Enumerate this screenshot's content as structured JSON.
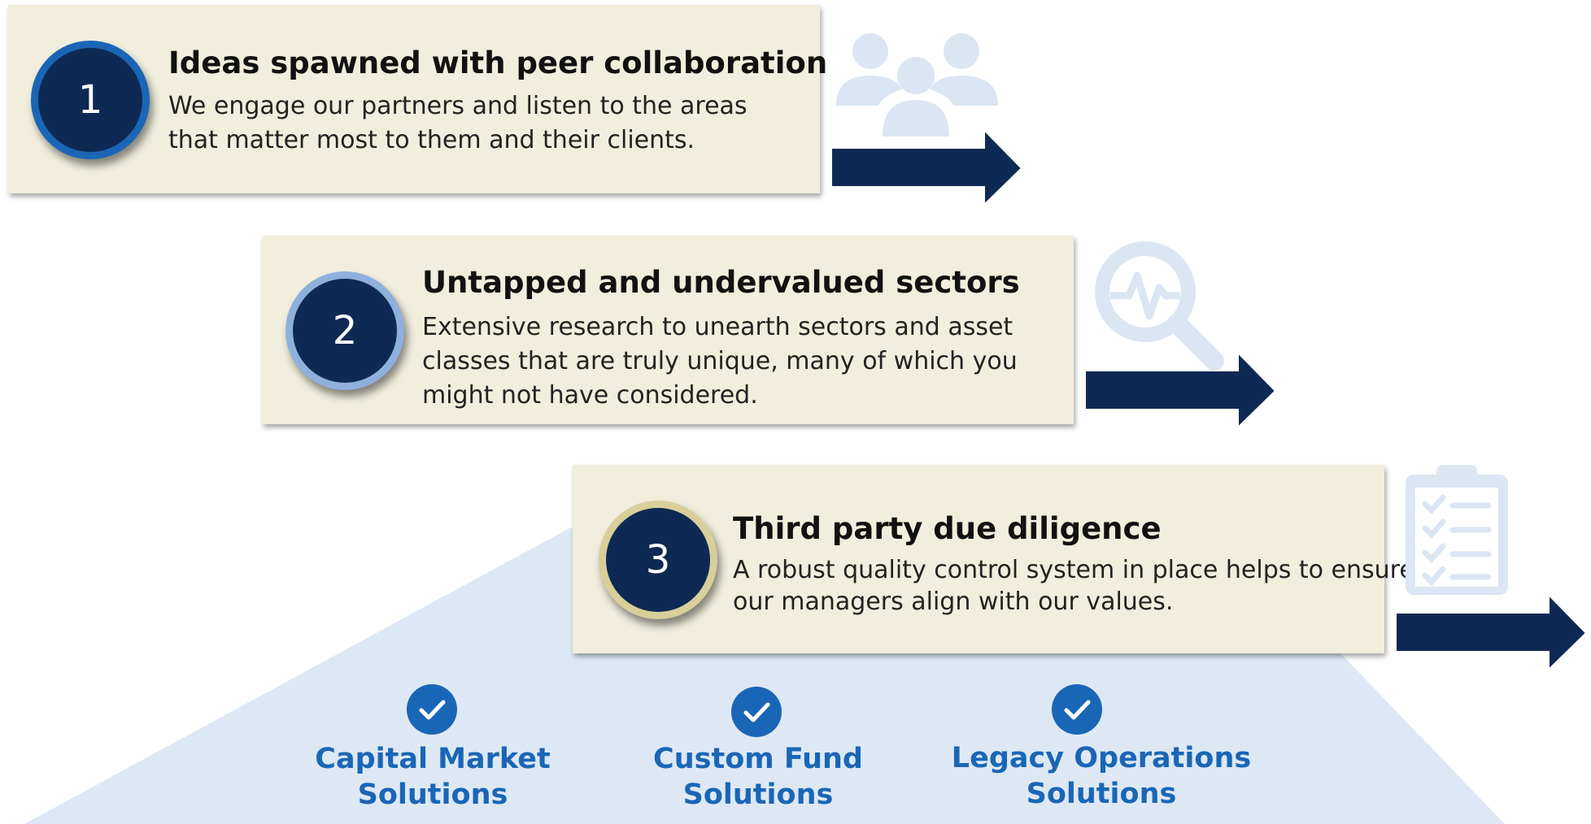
{
  "steps": [
    {
      "number": "1",
      "title": "Ideas spawned with peer collaboration",
      "desc_lines": [
        "We engage our partners and listen to the areas",
        "that matter most to them and their clients."
      ],
      "icon": "people-group-icon",
      "ring_color": "#1a66b6"
    },
    {
      "number": "2",
      "title": "Untapped and undervalued sectors",
      "desc_lines": [
        "Extensive research to unearth sectors and asset",
        "classes that are truly unique, many of which you",
        "might not have considered."
      ],
      "icon": "magnifier-pulse-icon",
      "ring_color": "#8fb0dc"
    },
    {
      "number": "3",
      "title": "Third party due diligence",
      "desc_lines": [
        "A robust quality control system in place helps to ensure",
        "our managers align with our values."
      ],
      "icon": "clipboard-checklist-icon",
      "ring_color": "#d8cf9a"
    }
  ],
  "solutions": [
    {
      "lines": [
        "Capital Market",
        "Solutions"
      ],
      "icon": "checkmark-icon"
    },
    {
      "lines": [
        "Custom Fund",
        "Solutions"
      ],
      "icon": "checkmark-icon"
    },
    {
      "lines": [
        "Legacy Operations",
        "Solutions"
      ],
      "icon": "checkmark-icon"
    }
  ],
  "colors": {
    "box_fill": "#f1eedd",
    "navy": "#0e2a54",
    "accent_blue": "#1a66b6",
    "light_icon": "#dce6f2",
    "trapezoid": "#dde8f4"
  }
}
